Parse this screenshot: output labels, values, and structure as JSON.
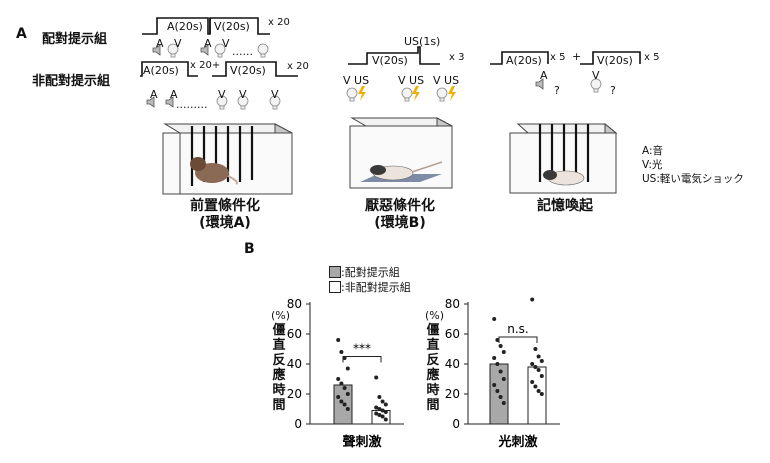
{
  "panelA": {
    "label": "A",
    "paired_label": "配對提示組",
    "unpaired_label": "非配對提示組",
    "paired_trace": {
      "seg1": "A(20s)",
      "seg2": "V(20s)",
      "rep": "x 20"
    },
    "paired_stim": [
      "A",
      "V",
      "A",
      "V"
    ],
    "paired_dots": "......",
    "unpaired_trace": {
      "seg1": "A(20s)",
      "rep1": "x 20+",
      "seg2": "V(20s)",
      "rep2": "x 20"
    },
    "unpaired_stim": [
      "A",
      "A",
      "V",
      "V",
      "V"
    ],
    "unpaired_dots": ".........",
    "fear_trace": {
      "us": "US(1s)",
      "seg": "V(20s)",
      "rep": "x 3"
    },
    "fear_stim": [
      "V US",
      "V US",
      "V US"
    ],
    "recall_trace": {
      "seg1": "A(20s)",
      "rep1": "x 5",
      "plus": "+",
      "seg2": "V(20s)",
      "rep2": "x 5"
    },
    "recall_stim": [
      "A",
      "V"
    ],
    "recall_q": [
      "?",
      "?"
    ],
    "legend": [
      "A:音",
      "V:光",
      "US:軽い電気ショック"
    ],
    "captions": {
      "c1_line1": "前置條件化",
      "c1_line2": "(環境A)",
      "c2_line1": "厭惡條件化",
      "c2_line2": "(環境B)",
      "c3_line1": "記憶喚起"
    }
  },
  "panelB": {
    "label": "B",
    "legend": [
      ":配對提示組",
      ":非配對提示組"
    ],
    "ylabel_unit": "(%)",
    "ylabel_chars": [
      "僵",
      "直",
      "反",
      "應",
      "時",
      "間"
    ],
    "sig1": "***",
    "sig2": "n.s.",
    "colors": {
      "paired": "#a8a8a8",
      "unpaired": "#ffffff",
      "edge": "#222222"
    }
  },
  "chart_data": [
    {
      "type": "bar",
      "categories": [
        "配對提示組",
        "非配對提示組"
      ],
      "values": [
        26,
        9
      ],
      "xlabel": "聲刺激",
      "ylabel": "僵直反應時間 (%)",
      "ylim": [
        0,
        80
      ],
      "yticks": [
        0,
        20,
        40,
        60,
        80
      ],
      "points": [
        [
          56,
          48,
          44,
          37,
          30,
          27,
          24,
          20,
          18,
          15,
          13,
          10
        ],
        [
          31,
          18,
          15,
          13,
          11,
          10,
          9,
          8,
          7,
          6,
          5,
          3
        ]
      ],
      "annotation": "***"
    },
    {
      "type": "bar",
      "categories": [
        "配對提示組",
        "非配對提示組"
      ],
      "values": [
        40,
        38
      ],
      "xlabel": "光刺激",
      "ylabel": "僵直反應時間 (%)",
      "ylim": [
        0,
        80
      ],
      "yticks": [
        0,
        20,
        40,
        60,
        80
      ],
      "points": [
        [
          70,
          56,
          52,
          48,
          44,
          40,
          35,
          30,
          26,
          22,
          18,
          14
        ],
        [
          83,
          50,
          45,
          42,
          40,
          38,
          36,
          32,
          28,
          25,
          22,
          20
        ]
      ],
      "annotation": "n.s."
    }
  ]
}
